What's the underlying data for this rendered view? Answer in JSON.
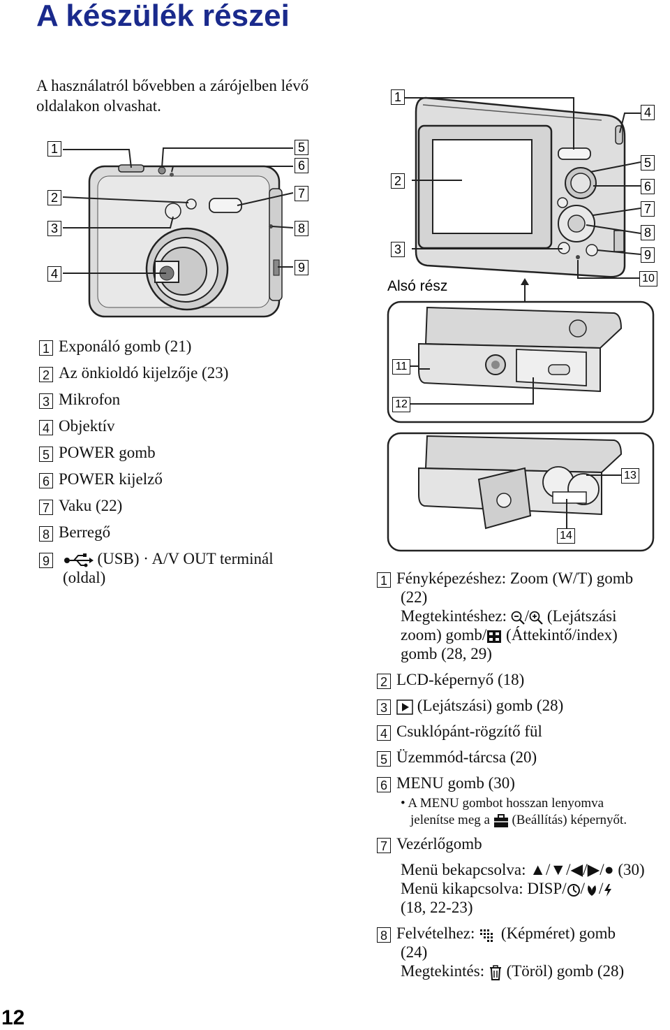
{
  "page": {
    "title": "A készülék részei",
    "intro": "A használatról bővebben a zárójelben lévő oldalakon olvashat.",
    "page_number": "12",
    "bottom_label": "Alsó rész"
  },
  "left_list": [
    {
      "n": "1",
      "text": "Exponáló gomb (21)"
    },
    {
      "n": "2",
      "text": "Az önkioldó kijelzője (23)"
    },
    {
      "n": "3",
      "text": "Mikrofon"
    },
    {
      "n": "4",
      "text": "Objektív"
    },
    {
      "n": "5",
      "text": "POWER gomb"
    },
    {
      "n": "6",
      "text": "POWER kijelző"
    },
    {
      "n": "7",
      "text": "Vaku (22)"
    },
    {
      "n": "8",
      "text": "Berregő"
    },
    {
      "n": "9",
      "text": "(USB) · A/V OUT terminál",
      "cont": "(oldal)"
    }
  ],
  "right_list": {
    "i1": {
      "n": "1",
      "a": "Fényképezéshez: Zoom (W/T) gomb",
      "b": "(22)",
      "c1": "Megtekintéshez:",
      "c2": "/",
      "c3": "(Lejátszási",
      "d1": "zoom) gomb/",
      "d2": "(Áttekintő/index)",
      "e": "gomb (28, 29)"
    },
    "i2": {
      "n": "2",
      "text": "LCD-képernyő (18)"
    },
    "i3": {
      "n": "3",
      "text": "(Lejátszási) gomb (28)"
    },
    "i4": {
      "n": "4",
      "text": "Csuklópánt-rögzítő fül"
    },
    "i5": {
      "n": "5",
      "text": "Üzemmód-tárcsa (20)"
    },
    "i6": {
      "n": "6",
      "text": "MENU gomb (30)",
      "sub1": "• A MENU gombot hosszan lenyomva",
      "sub2a": "jelenítse meg a",
      "sub2b": "(Beállítás) képernyőt."
    },
    "i7": {
      "n": "7",
      "text": "Vezérlőgomb",
      "m1": "Menü bekapcsolva: ▲/▼/◀/▶/● (30)",
      "m2": "Menü kikapcsolva: DISP/",
      "m2b": "/",
      "m2c": "/",
      "m3": "(18, 22-23)"
    },
    "i8": {
      "n": "8",
      "a1": "Felvételhez:",
      "a2": "(Képméret) gomb",
      "b": "(24)",
      "c1": "Megtekintés:",
      "c2": "(Töröl) gomb (28)"
    }
  },
  "callouts": {
    "front": [
      "1",
      "2",
      "3",
      "4",
      "5",
      "6",
      "7",
      "8",
      "9"
    ],
    "back": [
      "1",
      "2",
      "3",
      "4",
      "5",
      "6",
      "7",
      "8",
      "9",
      "10"
    ],
    "bottom": [
      "11",
      "12",
      "13",
      "14"
    ]
  },
  "colors": {
    "title": "#1a2a8c",
    "text": "#111111",
    "device_fill": "#d9d9d9",
    "device_stroke": "#222222"
  }
}
